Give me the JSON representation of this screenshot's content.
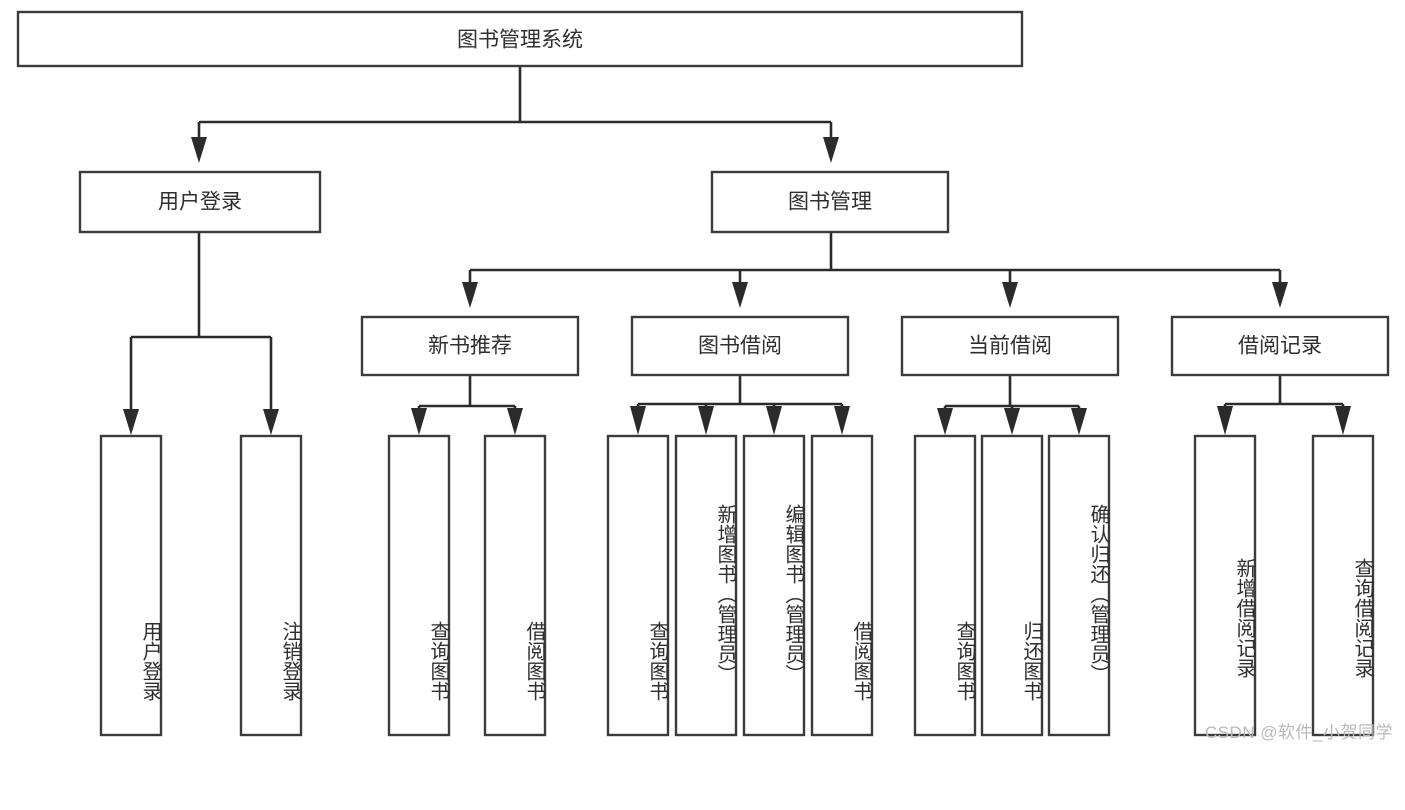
{
  "diagram": {
    "title": "图书管理系统",
    "type": "tree-hierarchy-diagram",
    "colors": {
      "box_stroke": "#3b3b3b",
      "connector": "#2b2b2b",
      "box_fill": "#ffffff",
      "text": "#2f2f2f",
      "watermark": "#b9b9b9",
      "background": "#ffffff"
    },
    "root": {
      "label": "图书管理系统"
    },
    "level2": [
      {
        "id": "user-login",
        "label": "用户登录"
      },
      {
        "id": "book-management",
        "label": "图书管理"
      }
    ],
    "level3": [
      {
        "id": "new-book-recommend",
        "label": "新书推荐",
        "parent": "book-management"
      },
      {
        "id": "book-borrow",
        "label": "图书借阅",
        "parent": "book-management"
      },
      {
        "id": "current-borrow",
        "label": "当前借阅",
        "parent": "book-management"
      },
      {
        "id": "borrow-record",
        "label": "借阅记录",
        "parent": "book-management"
      }
    ],
    "leaves": {
      "user-login": [
        {
          "id": "leaf-user-login",
          "label": "用户登录"
        },
        {
          "id": "leaf-logout-login",
          "label": "注销登录"
        }
      ],
      "new-book-recommend": [
        {
          "id": "leaf-query-book-1",
          "label": "查询图书"
        },
        {
          "id": "leaf-borrow-book-1",
          "label": "借阅图书"
        }
      ],
      "book-borrow": [
        {
          "id": "leaf-query-book-2",
          "label": "查询图书"
        },
        {
          "id": "leaf-add-book-admin",
          "label": "新增图书（管理员）"
        },
        {
          "id": "leaf-edit-book-admin",
          "label": "编辑图书（管理员）"
        },
        {
          "id": "leaf-borrow-book-2",
          "label": "借阅图书"
        }
      ],
      "current-borrow": [
        {
          "id": "leaf-query-book-3",
          "label": "查询图书"
        },
        {
          "id": "leaf-return-book",
          "label": "归还图书"
        },
        {
          "id": "leaf-confirm-return-admin",
          "label": "确认归还（管理员）"
        }
      ],
      "borrow-record": [
        {
          "id": "leaf-add-borrow-record",
          "label": "新增借阅记录"
        },
        {
          "id": "leaf-query-borrow-record",
          "label": "查询借阅记录"
        }
      ]
    },
    "watermark": "CSDN @软件_小贺同学"
  }
}
